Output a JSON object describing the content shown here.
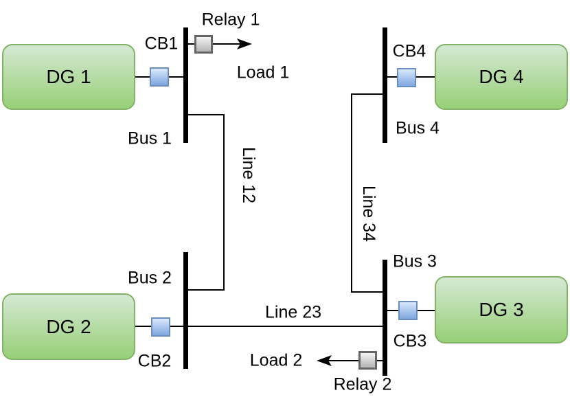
{
  "generators": [
    {
      "label": "DG 1"
    },
    {
      "label": "DG 2"
    },
    {
      "label": "DG 3"
    },
    {
      "label": "DG 4"
    }
  ],
  "buses": [
    {
      "label": "Bus 1"
    },
    {
      "label": "Bus 2"
    },
    {
      "label": "Bus 3"
    },
    {
      "label": "Bus 4"
    }
  ],
  "breakers": [
    {
      "label": "CB1"
    },
    {
      "label": "CB2"
    },
    {
      "label": "CB3"
    },
    {
      "label": "CB4"
    }
  ],
  "lines": [
    {
      "label": "Line 12"
    },
    {
      "label": "Line 23"
    },
    {
      "label": "Line 34"
    }
  ],
  "relays": [
    {
      "label": "Relay 1"
    },
    {
      "label": "Relay 2"
    }
  ],
  "loads": [
    {
      "label": "Load 1"
    },
    {
      "label": "Load 2"
    }
  ],
  "colors": {
    "generator_fill_top": "#d5e8d4",
    "generator_fill_bottom": "#97d077",
    "generator_stroke": "#82b366",
    "breaker_fill_top": "#dae8fc",
    "breaker_fill_bottom": "#7ea6e0",
    "breaker_stroke": "#6c8ebf",
    "relay_fill_top": "#f5f5f5",
    "relay_fill_bottom": "#b3b3b3",
    "relay_stroke": "#666666",
    "line_color": "#000000",
    "background": "#ffffff"
  }
}
